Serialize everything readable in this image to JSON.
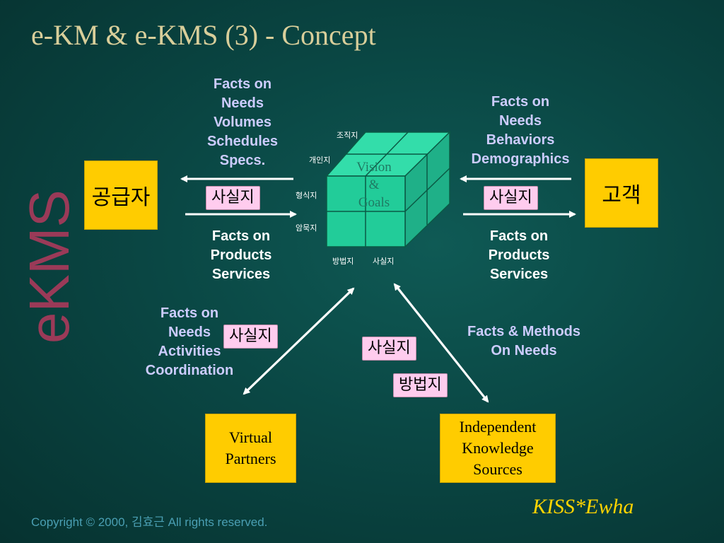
{
  "title": "e-KM & e-KMS (3) - Concept",
  "watermark": "eKMS",
  "entities": {
    "supplier": "공급자",
    "customer": "고객",
    "virtual_partners": "Virtual\nPartners",
    "knowledge_sources": "Independent\nKnowledge\nSources"
  },
  "facts": {
    "supplier_top": "Facts on\nNeeds\nVolumes\nSchedules\nSpecs.",
    "supplier_bottom": "Facts on\nProducts\nServices",
    "customer_top": "Facts on\nNeeds\nBehaviors\nDemographics",
    "customer_bottom": "Facts on\nProducts\nServices",
    "partners": "Facts on\nNeeds\nActivities\nCoordination",
    "sources": "Facts & Methods\nOn Needs"
  },
  "pills": {
    "supplier": "사실지",
    "customer": "사실지",
    "partners": "사실지",
    "sources_fact": "사실지",
    "sources_method": "방법지"
  },
  "cube": {
    "center": "Vision\n&\nGoals",
    "top_label": "조직지",
    "side_label_1": "개인지",
    "side_label_2": "형식지",
    "side_label_3": "암묵지",
    "bottom_label_1": "방법지",
    "bottom_label_2": "사실지",
    "colors": {
      "front": "#22cc99",
      "top": "#33ddaa",
      "side": "#1fb088",
      "lines": "#0b5a45"
    }
  },
  "footer": "Copyright © 2000, 김효근  All rights reserved.",
  "brand": "KISS*Ewha"
}
